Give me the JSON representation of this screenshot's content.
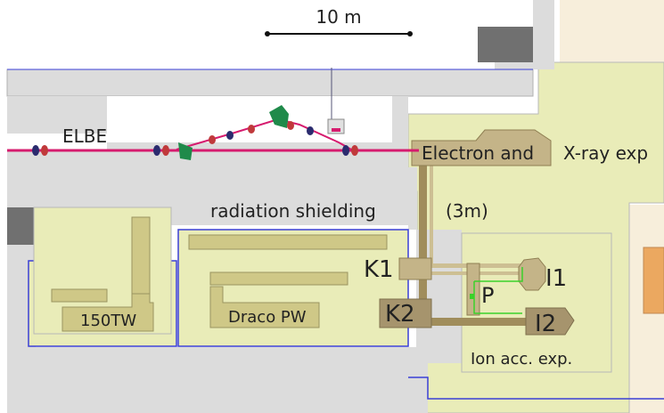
{
  "scale_bar": {
    "label": "10 m"
  },
  "labels": {
    "elbe": "ELBE",
    "electron_xray_a": "Electron and",
    "electron_xray_b": "X-ray exp",
    "radiation_shielding": "radiation shielding",
    "beamline_length": "(3m)",
    "k1": "K1",
    "k2": "K2",
    "i1": "I1",
    "i2": "I2",
    "p": "P",
    "ion_acc": "Ion acc. exp.",
    "tw150": "150TW",
    "draco": "Draco PW"
  },
  "colors": {
    "shielding_gray": "#dcdcdc",
    "dark_block": "#707070",
    "room_yellow": "#e9ecb8",
    "laser_olive": "#cfc887",
    "box_tan": "#c4b488",
    "beamline_brown": "#a08d5c",
    "k2_dark": "#a6946d",
    "elbe_beam_magenta": "#d61b6e",
    "wall_blue": "#3a3fd6",
    "green_dipole": "#1f8a4a",
    "magnet_navy": "#2b2b6e",
    "magnet_red": "#c0393b",
    "p_line_green": "#3bd12a",
    "peach_area": "#f7eedb",
    "orange_box": "#eba860"
  }
}
